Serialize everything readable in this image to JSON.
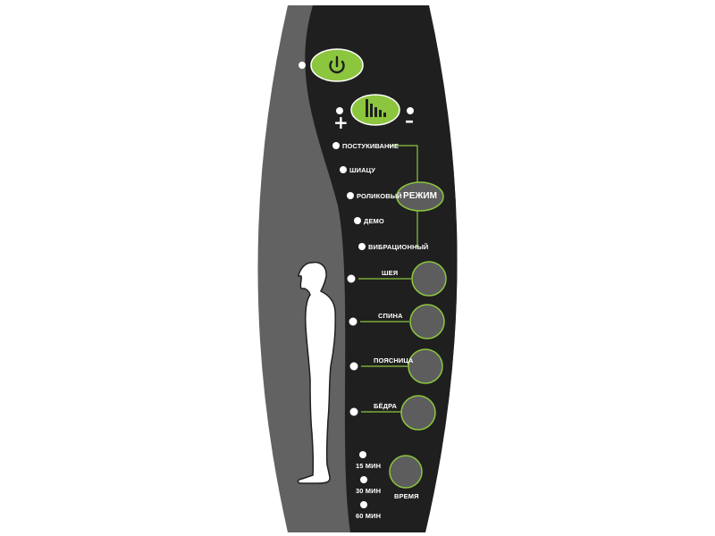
{
  "colors": {
    "panel_black": "#1f1f1f",
    "panel_grey": "#626262",
    "accent_green": "#8cc63f",
    "button_grey": "#5d5d5d",
    "indicator_white": "#ffffff"
  },
  "controls": {
    "power_icon": "power-icon",
    "intensity_icon": "intensity-bars-icon",
    "plus_sign": "+",
    "minus_sign": "–"
  },
  "modes": {
    "items": [
      "ПОСТУКИВАНИЕ",
      "ШИАЦУ",
      "РОЛИКОВЫЙ",
      "ДЕМО",
      "ВИБРАЦИОННЫЙ"
    ],
    "button_label": "РЕЖИМ"
  },
  "zones": {
    "items": [
      "ШЕЯ",
      "СПИНА",
      "ПОЯСНИЦА",
      "БЁДРА"
    ]
  },
  "timer": {
    "items": [
      "15 МИН",
      "30 МИН",
      "60 МИН"
    ],
    "button_label": "ВРЕМЯ"
  }
}
